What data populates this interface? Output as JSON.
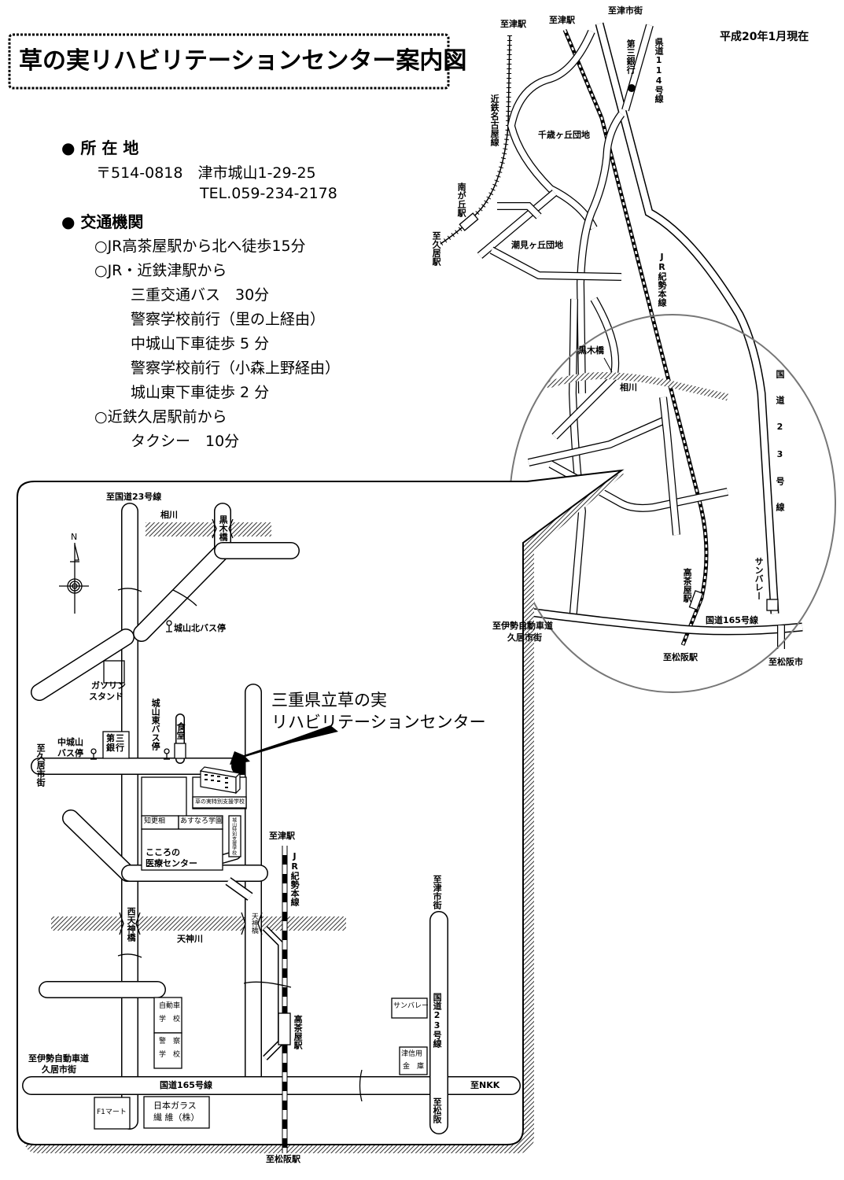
{
  "title": "草の実リハビリテーションセンター案内図",
  "as_of": "平成20年1月現在",
  "location": {
    "heading": "所 在 地",
    "postal_address": "〒514-0818　津市城山1-29-25",
    "tel": "TEL.059-234-2178"
  },
  "transport": {
    "heading": "交通機関",
    "routes": [
      {
        "line": "○JR高茶屋駅から北へ徒歩15分"
      },
      {
        "line": "○JR・近鉄津駅から"
      },
      {
        "line": "三重交通バス　30分"
      },
      {
        "line": "警察学校前行（里の上経由）"
      },
      {
        "line": "中城山下車徒歩 5 分"
      },
      {
        "line": "警察学校前行（小森上野経由）"
      },
      {
        "line": "城山東下車徒歩 2 分"
      },
      {
        "line": "○近鉄久居駅前から"
      },
      {
        "line": "タクシー　10分"
      }
    ]
  },
  "overview_map": {
    "labels": {
      "to_tsu_station_kintetsu": "至津駅",
      "to_tsu_station_jr": "至津駅",
      "to_tsu_city": "至津市街",
      "daisan_bank": "第三銀行",
      "pref_road_114": "県道114号線",
      "kintetsu_nagoya_line": "近鉄名古屋線",
      "minamigaoka_station": "南が丘駅",
      "to_hisai_station": "至久居駅",
      "chitosegaoka": "千歳ヶ丘団地",
      "shiomigaoka": "潮見ヶ丘団地",
      "jr_kisei_line": "JR紀勢本線",
      "kuroki_bridge": "黒木橋",
      "aikawa": "相川",
      "route23": "国道23号線",
      "sunvalley": "サンバレー",
      "takachaya_station": "高茶屋駅",
      "route165": "国道165号線",
      "to_ise_expressway": "至伊勢自動車道",
      "hisai_city": "久居市街",
      "to_matsusaka_station": "至松阪駅",
      "to_matsusaka_city": "至松阪市"
    }
  },
  "detail_map": {
    "callout": {
      "line1": "三重県立草の実",
      "line2": "リハビリテーションセンター"
    },
    "compass_north": "N",
    "labels": {
      "to_route23": "至国道23号線",
      "aikawa": "相川",
      "kuroki_bridge": "黒木橋",
      "shiroyama_north_bus": "城山北バス停",
      "gas_station_1": "ガソリン",
      "gas_station_2": "スタンド",
      "shiroyama_east_bus": "城山東バス停",
      "cafeteria": "食堂",
      "nakashiroyama_bus_1": "中城山",
      "nakashiroyama_bus_2": "バス停",
      "daisan_bank": "第三銀行",
      "to_hisai_city": "至久居市街",
      "kusanomi_school": "草の実特別支援学校",
      "chikosho": "知更相",
      "asunaro": "あすなろ学園",
      "shiroyama_school": "城山特別支援学校",
      "kokoro_1": "こころの",
      "kokoro_2": "医療センター",
      "to_tsu_station": "至津駅",
      "jr_kisei_line": "JR紀勢本線",
      "nishitenjin_bridge": "西天神橋",
      "tenjin_bridge": "天神橋",
      "tenjin_river": "天神川",
      "to_tsu_city": "至津市街",
      "sunvalley": "サンバレー",
      "route23": "国道23号線",
      "driving_school_1": "自動車",
      "driving_school_2": "学　校",
      "police_school_1": "警　察",
      "police_school_2": "学　校",
      "takachaya_station": "高茶屋駅",
      "tsu_shinkin_1": "津信用",
      "tsu_shinkin_2": "金　庫",
      "to_ise_1": "至伊勢自動車道",
      "to_ise_2": "久居市街",
      "route165": "国道165号線",
      "to_nkk": "至NKK",
      "f1_mart": "F1マート",
      "nippon_glass_1": "日本ガラス",
      "nippon_glass_2": "繊 維（株）",
      "to_matsusaka": "至松阪",
      "to_matsusaka_station": "至松阪駅"
    }
  }
}
